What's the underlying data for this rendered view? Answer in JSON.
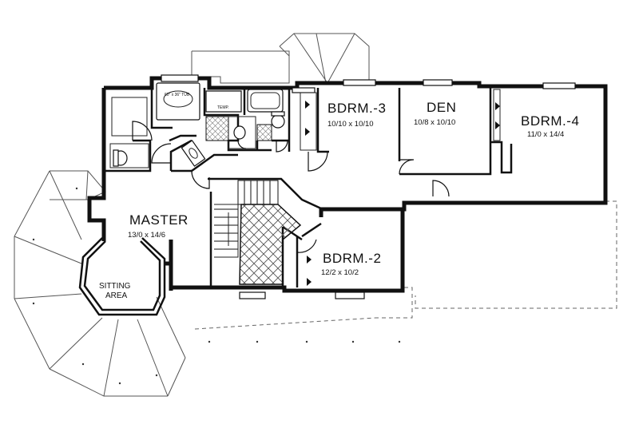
{
  "rooms": {
    "bdrm3": {
      "name": "BDRM.-3",
      "dims": "10/10 x 10/10"
    },
    "den": {
      "name": "DEN",
      "dims": "10/8 x 10/10"
    },
    "bdrm4": {
      "name": "BDRM.-4",
      "dims": "11/0 x 14/4"
    },
    "master": {
      "name": "MASTER",
      "dims": "13/0 x 14/6"
    },
    "bdrm2": {
      "name": "BDRM.-2",
      "dims": "12/2 x 10/2"
    },
    "sitting": {
      "line1": "SITTING",
      "line2": "AREA"
    }
  },
  "fixtures": {
    "tub_label": "60\" x 36\" TUB",
    "temp_label": "TEMP."
  }
}
